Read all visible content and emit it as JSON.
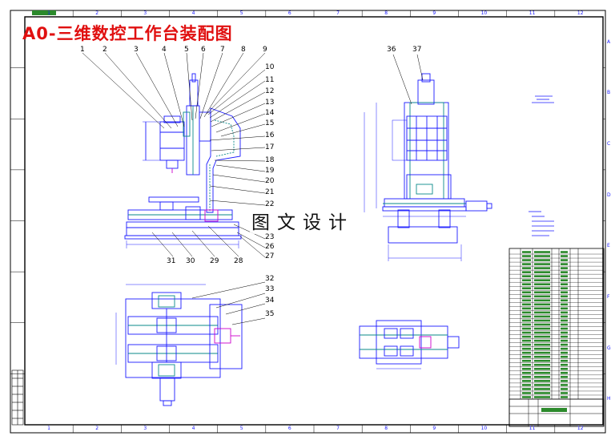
{
  "drawing": {
    "title": "A0-三维数控工作台装配图",
    "watermark": "图文设计"
  },
  "callouts": {
    "side_view_top": [
      "1",
      "2",
      "3",
      "4",
      "5",
      "6",
      "7",
      "8",
      "9"
    ],
    "side_view_right": [
      "10",
      "11",
      "12",
      "13",
      "14",
      "15",
      "16",
      "17",
      "18",
      "19",
      "20",
      "21",
      "22"
    ],
    "side_view_bottom_right": [
      "23",
      "26",
      "27"
    ],
    "side_view_bottom": [
      "31",
      "30",
      "29",
      "28"
    ],
    "top_view_right": [
      "32",
      "33",
      "34",
      "35"
    ],
    "front_view_top": [
      "36",
      "37"
    ]
  },
  "border": {
    "columns": [
      "1",
      "2",
      "3",
      "4",
      "5",
      "6",
      "7",
      "8",
      "9",
      "10",
      "11",
      "12"
    ],
    "rows": [
      "A",
      "B",
      "C",
      "D",
      "E",
      "F",
      "G",
      "H"
    ]
  },
  "colors": {
    "linework": "#1a1aff",
    "hatch": "#0a8a8a",
    "frame": "#000000",
    "title_text": "#e01010",
    "accent_green": "#2c8a2c",
    "accent_magenta": "#cc00cc"
  }
}
